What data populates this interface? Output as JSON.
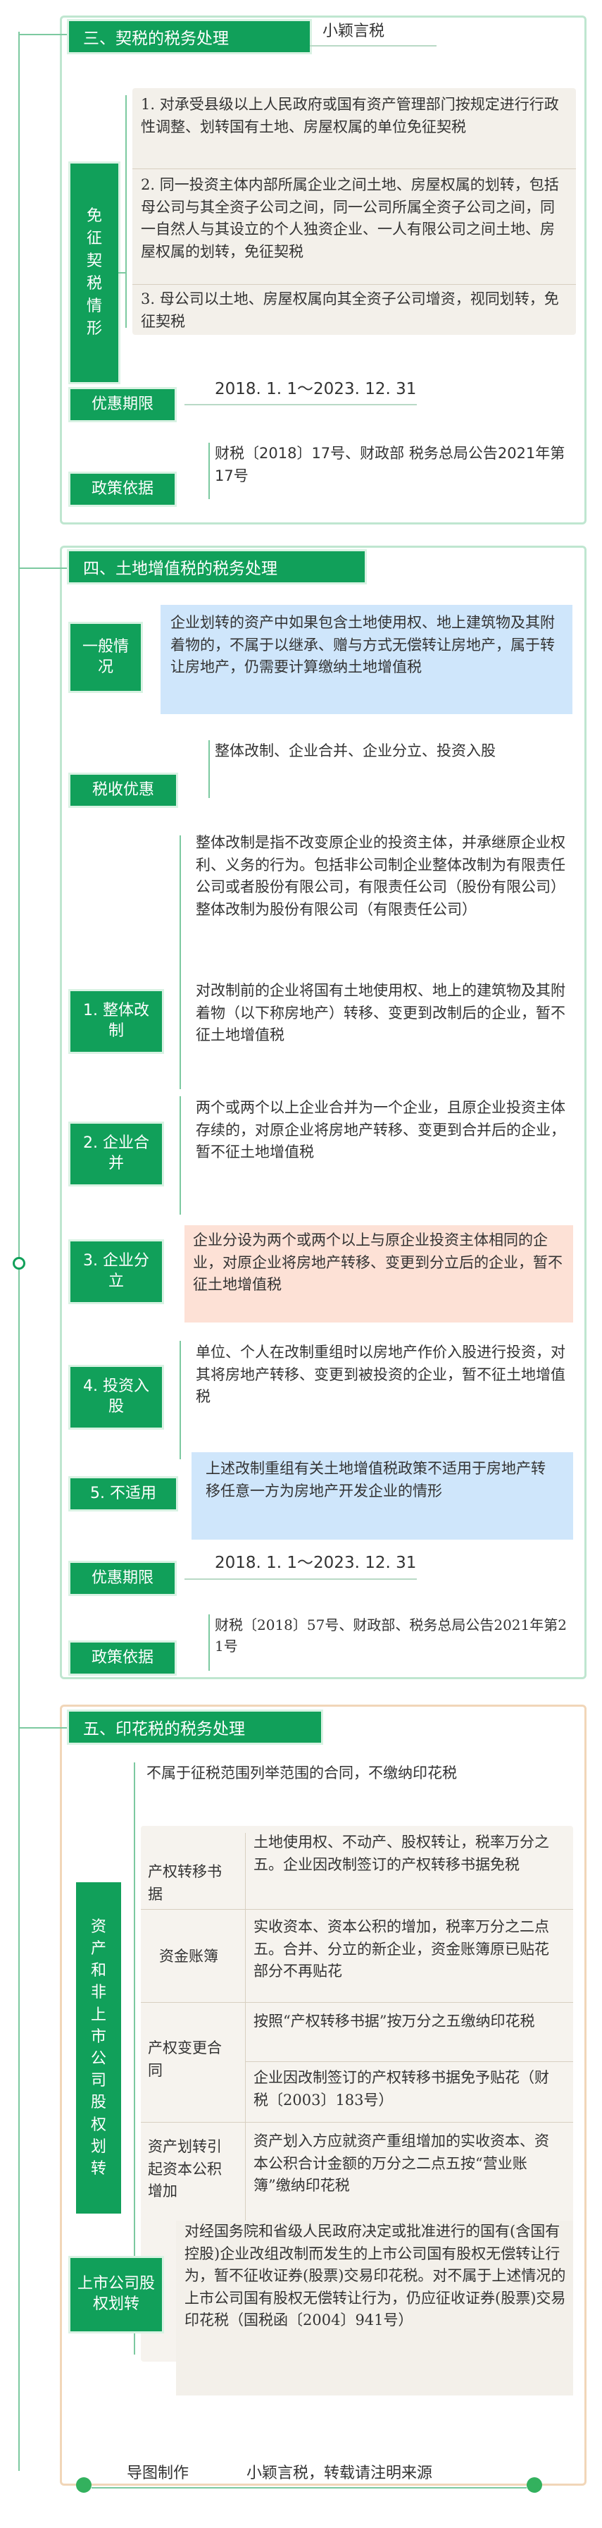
{
  "s3": {
    "title": "三、契税的税务处理",
    "brand": "小颖言税",
    "exempt_label": "免征契税情形",
    "items": [
      "1. 对承受县级以上人民政府或国有资产管理部门按规定进行行政性调整、划转国有土地、房屋权属的单位免征契税",
      "2. 同一投资主体内部所属企业之间土地、房屋权属的划转，包括母公司与其全资子公司之间，同一公司所属全资子公司之间，同一自然人与其设立的个人独资企业、一人有限公司之间土地、房屋权属的划转，免征契税",
      "3. 母公司以土地、房屋权属向其全资子公司增资，视同划转，免征契税"
    ],
    "period_label": "优惠期限",
    "period": "2018. 1. 1～2023. 12. 31",
    "basis_label": "政策依据",
    "basis": "财税〔2018〕17号、财政部 税务总局公告2021年第17号"
  },
  "s4": {
    "title": "四、土地增值税的税务处理",
    "general_label": "一般情况",
    "general": "企业划转的资产中如果包含土地使用权、地上建筑物及其附着物的，不属于以继承、赠与方式无偿转让房地产，属于转让房地产，仍需要计算缴纳土地增值税",
    "benefit_label": "税收优惠",
    "benefit": "整体改制、企业合并、企业分立、投资入股",
    "restructure_label": "1. 整体改制",
    "restructure_def": "整体改制是指不改变原企业的投资主体，并承继原企业权利、义务的行为。包括非公司制企业整体改制为有限责任公司或者股份有限公司，有限责任公司（股份有限公司）整体改制为股份有限公司（有限责任公司）",
    "restructure_rule": "对改制前的企业将国有土地使用权、地上的建筑物及其附着物（以下称房地产）转移、变更到改制后的企业，暂不征土地增值税",
    "merge_label": "2. 企业合并",
    "merge": "两个或两个以上企业合并为一个企业，且原企业投资主体存续的，对原企业将房地产转移、变更到合并后的企业，暂不征土地增值税",
    "split_label": "3. 企业分立",
    "split": "企业分设为两个或两个以上与原企业投资主体相同的企业，对原企业将房地产转移、变更到分立后的企业，暂不征土地增值税",
    "invest_label": "4. 投资入股",
    "invest": "单位、个人在改制重组时以房地产作价入股进行投资，对其将房地产转移、变更到被投资的企业，暂不征土地增值税",
    "na_label": "5. 不适用",
    "na": "上述改制重组有关土地增值税政策不适用于房地产转移任意一方为房地产开发企业的情形",
    "period_label": "优惠期限",
    "period": "2018. 1. 1～2023. 12. 31",
    "basis_label": "政策依据",
    "basis": "财税〔2018〕57号、财政部、税务总局公告2021年第21号"
  },
  "s5": {
    "title": "五、印花税的税务处理",
    "group_label": "资产和非上市公司股权划转",
    "intro": "不属于征税范围列举范围的合同，不缴纳印花税",
    "rows": [
      {
        "label": "产权转移书据",
        "text": "土地使用权、不动产、股权转让，税率万分之五。企业因改制签订的产权转移书据免税"
      },
      {
        "label": "资金账簿",
        "text": "实收资本、资本公积的增加，税率万分之二点五。合并、分立的新企业，资金账簿原已贴花部分不再贴花"
      },
      {
        "label": "产权变更合同",
        "text": "按照“产权转移书据”按万分之五缴纳印花税"
      },
      {
        "label": "",
        "text": "企业因改制签订的产权转移书据免予贴花（财税〔2003〕183号）"
      },
      {
        "label": "资产划转引起资本公积增加",
        "text": "资产划入方应就资产重组增加的实收资本、资本公积合计金额的万分之二点五按“营业账簿”缴纳印花税"
      }
    ],
    "listed_label": "上市公司股权划转",
    "listed": "对经国务院和省级人民政府决定或批准进行的国有(含国有控股)企业改组改制而发生的上市公司国有股权无偿转让行为，暂不征收证券(股票)交易印花税。对不属于上述情况的上市公司国有股权无偿转让行为，仍应征收证券(股票)交易印花税（国税函〔2004〕941号）"
  },
  "footer": {
    "label": "导图制作",
    "text": "小颖言税，转载请注明来源"
  },
  "colors": {
    "green": "#11a05a",
    "light_green_border": "#bfe6d0",
    "note_bg": "#f3f0ea",
    "blue_bg": "#cfe6fb",
    "pink_bg": "#fde1d6"
  }
}
